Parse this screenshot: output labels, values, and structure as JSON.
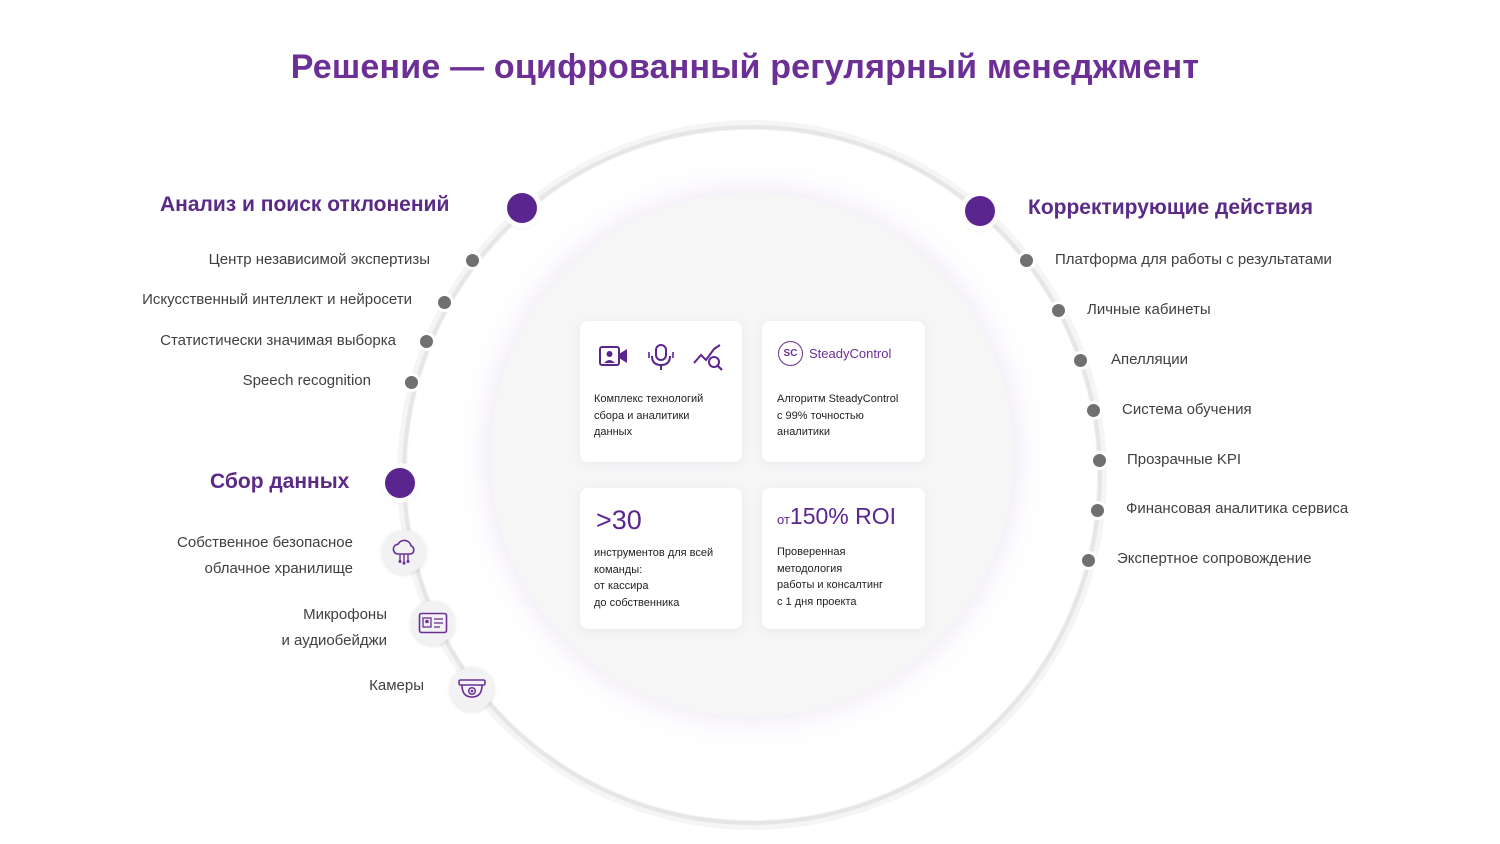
{
  "title": "Решение — оцифрованный регулярный менеджмент",
  "analysis": {
    "heading": "Анализ и поиск отклонений",
    "items": [
      "Центр независимой экспертизы",
      "Искусственный интеллект и нейросети",
      "Статистически значимая выборка",
      "Speech recognition"
    ]
  },
  "collection": {
    "heading": "Сбор данных",
    "items": [
      {
        "label": "Собственное безопасное\nоблачное хранилище",
        "icon": "cloud-network-icon"
      },
      {
        "label": "Микрофоны\nи аудиобейджи",
        "icon": "badge-icon"
      },
      {
        "label": "Камеры",
        "icon": "dome-camera-icon"
      }
    ]
  },
  "corrective": {
    "heading": "Корректирующие действия",
    "items": [
      "Платформа для работы с результатами",
      "Личные кабинеты",
      "Апелляции",
      "Система обучения",
      "Прозрачные KPI",
      "Финансовая аналитика сервиса",
      "Экспертное сопровождение"
    ]
  },
  "cards": {
    "tech": {
      "icons": [
        "video-camera-icon",
        "microphone-icon",
        "analytics-search-icon"
      ],
      "text": "Комплекс технологий\nсбора и аналитики\nданных"
    },
    "steady": {
      "logo_badge": "SC",
      "logo_name": "SteadyControl",
      "text": "Алгоритм SteadyControl\nс 99% точностью\nаналитики"
    },
    "tools": {
      "number": ">30",
      "text": "инструментов для всей\nкоманды:\nот кассира\nдо собственника"
    },
    "roi": {
      "prefix": "от",
      "number": "150% ROI",
      "text": "Проверенная\nметодология\nработы и консалтинг\nс 1 дня проекта"
    }
  },
  "colors": {
    "accent": "#5b2590",
    "title": "#6b2f95",
    "dot": "#707070"
  }
}
